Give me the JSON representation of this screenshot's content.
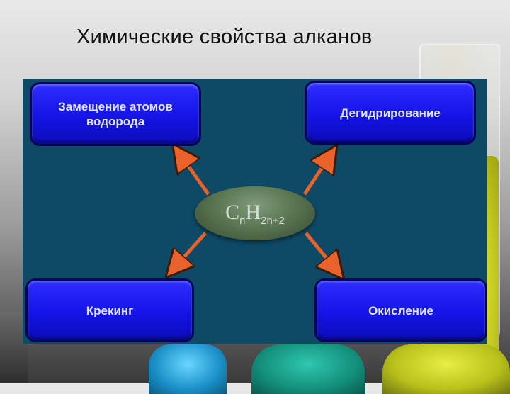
{
  "slide": {
    "title": "Химические свойства алканов"
  },
  "diagram": {
    "center": {
      "carbon": "C",
      "carbon_sub": "n",
      "hydrogen": "H",
      "hydrogen_sub": "2n+2"
    },
    "boxes": {
      "top_left": "Замещение атомов водорода",
      "top_right": "Дегидрирование",
      "bottom_left": "Крекинг",
      "bottom_right": "Окисление"
    }
  },
  "colors": {
    "panel": "#0e4a66",
    "box": "#1414e6",
    "arrow": "#e8622a",
    "center": "#58724f"
  }
}
